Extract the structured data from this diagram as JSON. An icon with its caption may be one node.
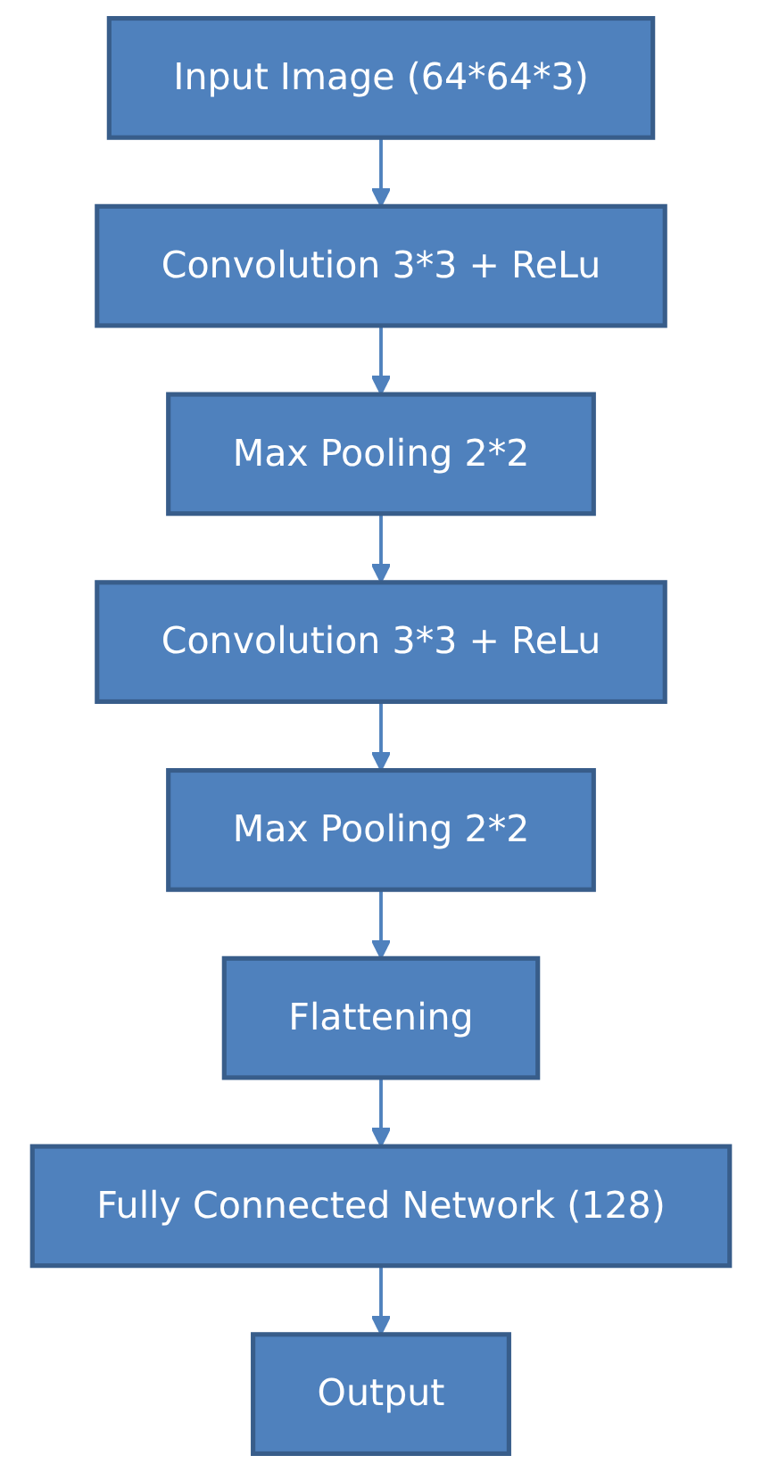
{
  "diagram": {
    "nodes": [
      {
        "text": [
          "Input Image (64*64*3)"
        ]
      },
      {
        "text": [
          "Convolution 3*3 + ReLu"
        ]
      },
      {
        "text": [
          "Max Pooling 2*2"
        ]
      },
      {
        "text": [
          "Convolution 3*3 + ReLu"
        ]
      },
      {
        "text": [
          "Max Pooling 2*2"
        ]
      },
      {
        "text": [
          "Flattening"
        ]
      },
      {
        "text": [
          "Fully Connected Network (128)"
        ]
      },
      {
        "text": [
          "Output"
        ]
      }
    ],
    "edges": [
      {
        "from": 0,
        "to": 1,
        "arrow": "to"
      },
      {
        "from": 1,
        "to": 2,
        "arrow": "to"
      },
      {
        "from": 2,
        "to": 3,
        "arrow": "to"
      },
      {
        "from": 3,
        "to": 4,
        "arrow": "to"
      },
      {
        "from": 4,
        "to": 5,
        "arrow": "to"
      },
      {
        "from": 5,
        "to": 6,
        "arrow": "to"
      },
      {
        "from": 6,
        "to": 7,
        "arrow": "to"
      }
    ]
  }
}
